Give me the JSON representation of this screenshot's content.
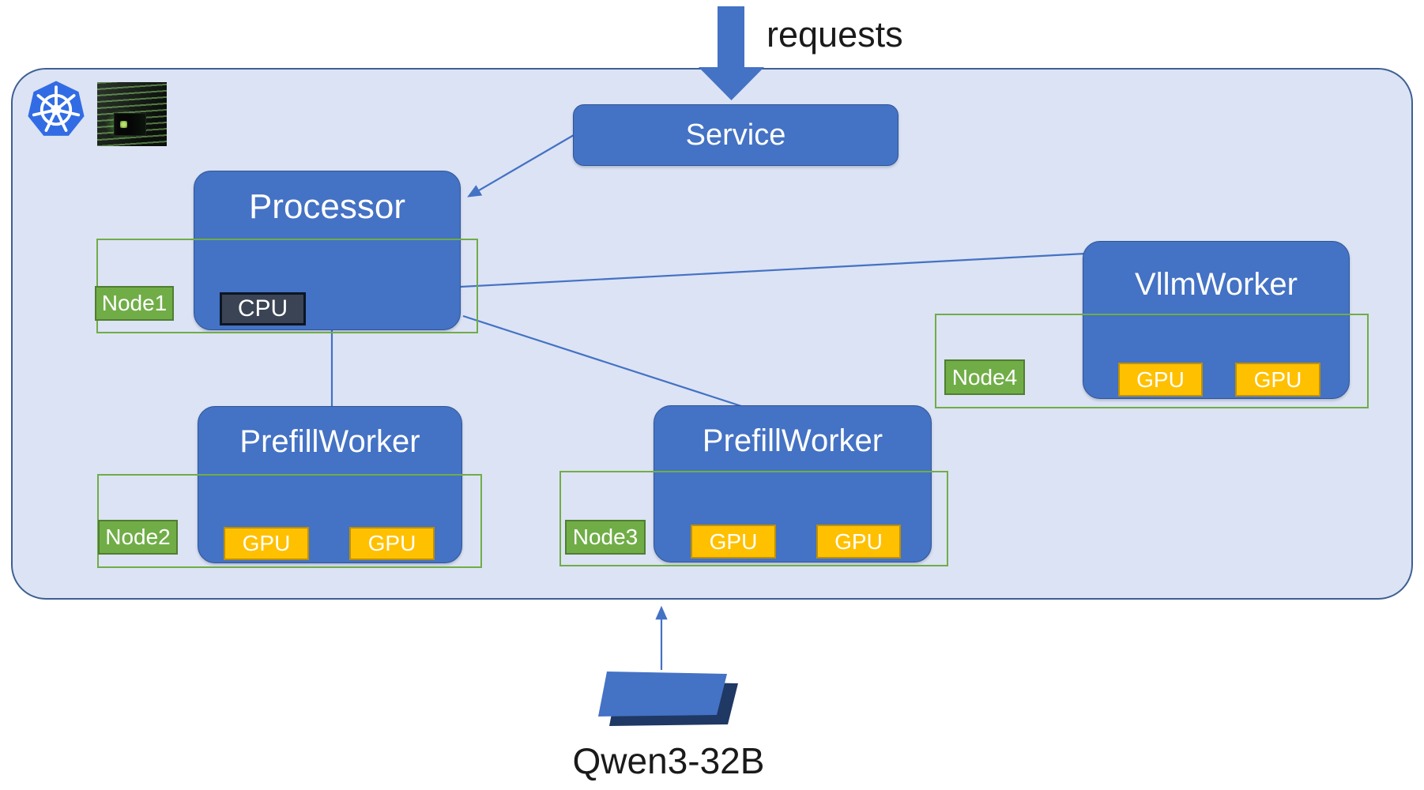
{
  "colors": {
    "accent_blue": "#4472C4",
    "box_border_blue": "#2F5597",
    "container_fill": "#DCE3F4",
    "container_border": "#3E6094",
    "node_green": "#70AD47",
    "node_green_border": "#507E32",
    "gpu_orange": "#FFC000",
    "gpu_orange_border": "#BF9000",
    "cpu_dark": "#3A4454",
    "cpu_border": "#0B1524",
    "k8s_blue": "#326CE5",
    "shadow_navy": "#1F3864",
    "text_dark": "#1A1A1A"
  },
  "labels": {
    "requests": "requests",
    "model": "Qwen3-32B"
  },
  "boxes": {
    "service": "Service",
    "processor": "Processor",
    "vllm_worker": "VllmWorker",
    "prefill_worker_1": "PrefillWorker",
    "prefill_worker_2": "PrefillWorker"
  },
  "nodes": {
    "node1": "Node1",
    "node2": "Node2",
    "node3": "Node3",
    "node4": "Node4"
  },
  "chips": {
    "cpu": "CPU",
    "gpu": "GPU"
  },
  "icons": {
    "kubernetes": "kubernetes-logo",
    "gpu_server": "gpu-server-photo",
    "requests_arrow": "block-arrow-down",
    "model_shape": "stacked-parallelogram"
  }
}
